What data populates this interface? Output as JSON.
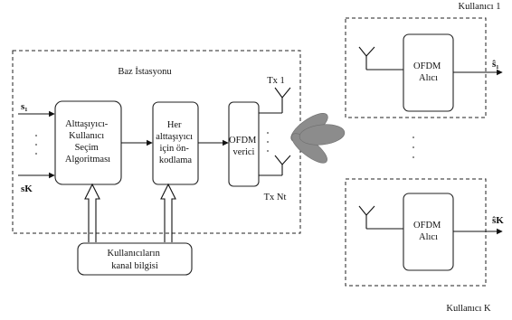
{
  "user1_label": "Kullanıcı 1",
  "userK_label": "Kullanıcı K",
  "base_station_label": "Baz İstasyonu",
  "input1_label": "s₁",
  "inputK_label": "sK",
  "scheduler_lines": [
    "Alttaşıyıcı-",
    "Kullanıcı",
    "Seçim",
    "Algoritması"
  ],
  "precoder_lines": [
    "Her",
    "alttaşıyıcı",
    "için ön-",
    "kodlama"
  ],
  "ofdm_tx_lines": [
    "OFDM",
    "verici"
  ],
  "tx1_label": "Tx 1",
  "txN_label": "Tx Nt",
  "channel_info_lines": [
    "Kullanıcıların",
    "kanal bilgisi"
  ],
  "rx1_lines": [
    "OFDM",
    "Alıcı"
  ],
  "rxK_lines": [
    "OFDM",
    "Alıcı"
  ],
  "output1_label": "ŝ₁",
  "outputK_label": "ŝK"
}
